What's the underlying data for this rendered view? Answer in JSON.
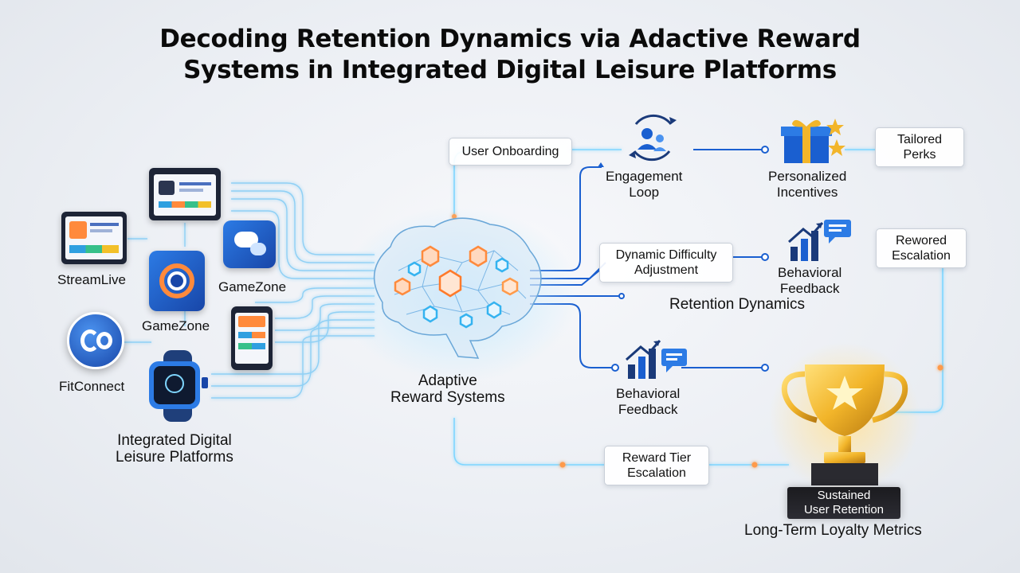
{
  "title": {
    "line1": "Decoding Retention Dynamics via Adactive Reward",
    "line2": "Systems in Integrated Digital Leisure Platforms"
  },
  "platforms": {
    "streamlive": "StreamLive",
    "gamezone_a": "GameZone",
    "gamezone_b": "GameZone",
    "fitconnect": "FitConnect",
    "group_line1": "Integrated Digital",
    "group_line2": "Leisure Platforms"
  },
  "center": {
    "line1": "Adaptive",
    "line2": "Reward Systems"
  },
  "nodes": {
    "user_onboarding": "User Onboarding",
    "engagement_line1": "Engagement",
    "engagement_line2": "Loop",
    "personalized_line1": "Personalized",
    "personalized_line2": "Incentives",
    "tailored_line1": "Tailored",
    "tailored_line2": "Perks",
    "dda_line1": "Dynamic Difficulty",
    "dda_line2": "Adjustment",
    "behavioral_top_line1": "Behavioral",
    "behavioral_top_line2": "Feedback",
    "rewored_line1": "Rewored",
    "rewored_line2": "Escalation",
    "retention_dynamics": "Retention Dynamics",
    "behavioral_bottom_line1": "Behavioral",
    "behavioral_bottom_line2": "Feedback",
    "reward_tier_line1": "Reward Tier",
    "reward_tier_line2": "Escalation",
    "sustained_line1": "Sustained",
    "sustained_line2": "User Retention",
    "loyalty_metrics": "Long-Term Loyalty Metrics"
  },
  "colors": {
    "accent_blue": "#1a5fd0",
    "glow_cyan": "#6fd3ff",
    "glow_orange": "#ff9a4a",
    "gold": "#f2b52a"
  },
  "icons": [
    "brain-network-icon",
    "cycle-users-icon",
    "gift-star-icon",
    "growth-chart-icon",
    "trophy-icon",
    "tablet-icon",
    "phone-icon",
    "smartwatch-icon",
    "chat-bubble-icon"
  ]
}
